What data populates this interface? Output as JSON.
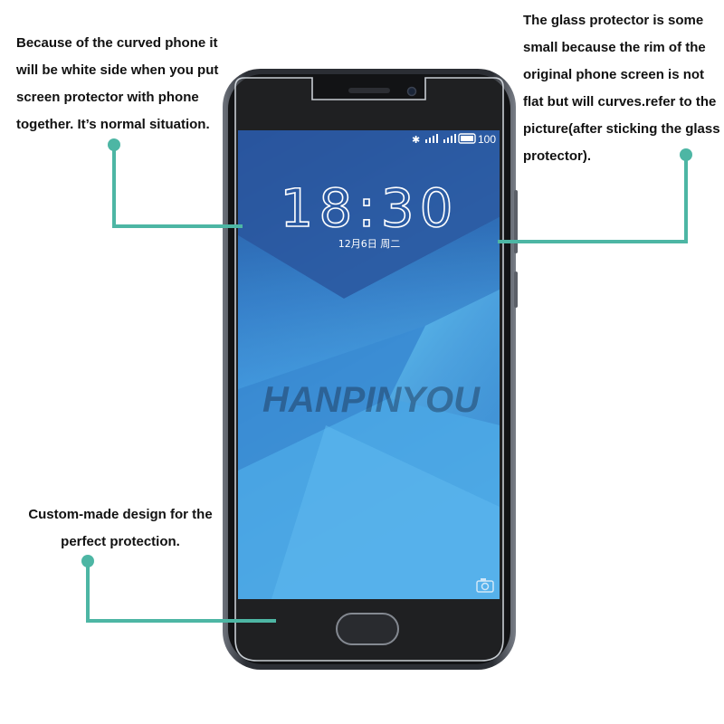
{
  "annotations": {
    "top_left": "Because of the curved phone it will be white side when you put screen protector with phone together. It’s normal situation.",
    "top_right": "The glass protector is some small because the rim of the original phone screen is not flat but will curves.refer to the picture(after sticking the glass protector).",
    "bottom_left_line1": "Custom-made design for the",
    "bottom_left_line2": "perfect protection."
  },
  "phone_screen": {
    "time": "18:30",
    "date": "12月6日 周二",
    "battery": "100"
  },
  "watermark": "HANPINYOU",
  "icons": [
    "bluetooth-icon",
    "signal-icon",
    "battery-icon",
    "camera-icon",
    "home-button-icon"
  ],
  "colors": {
    "callout_teal": "#4db6a4",
    "phone_body": "#3a3d44",
    "screen_blue": "#3a8fd8"
  }
}
